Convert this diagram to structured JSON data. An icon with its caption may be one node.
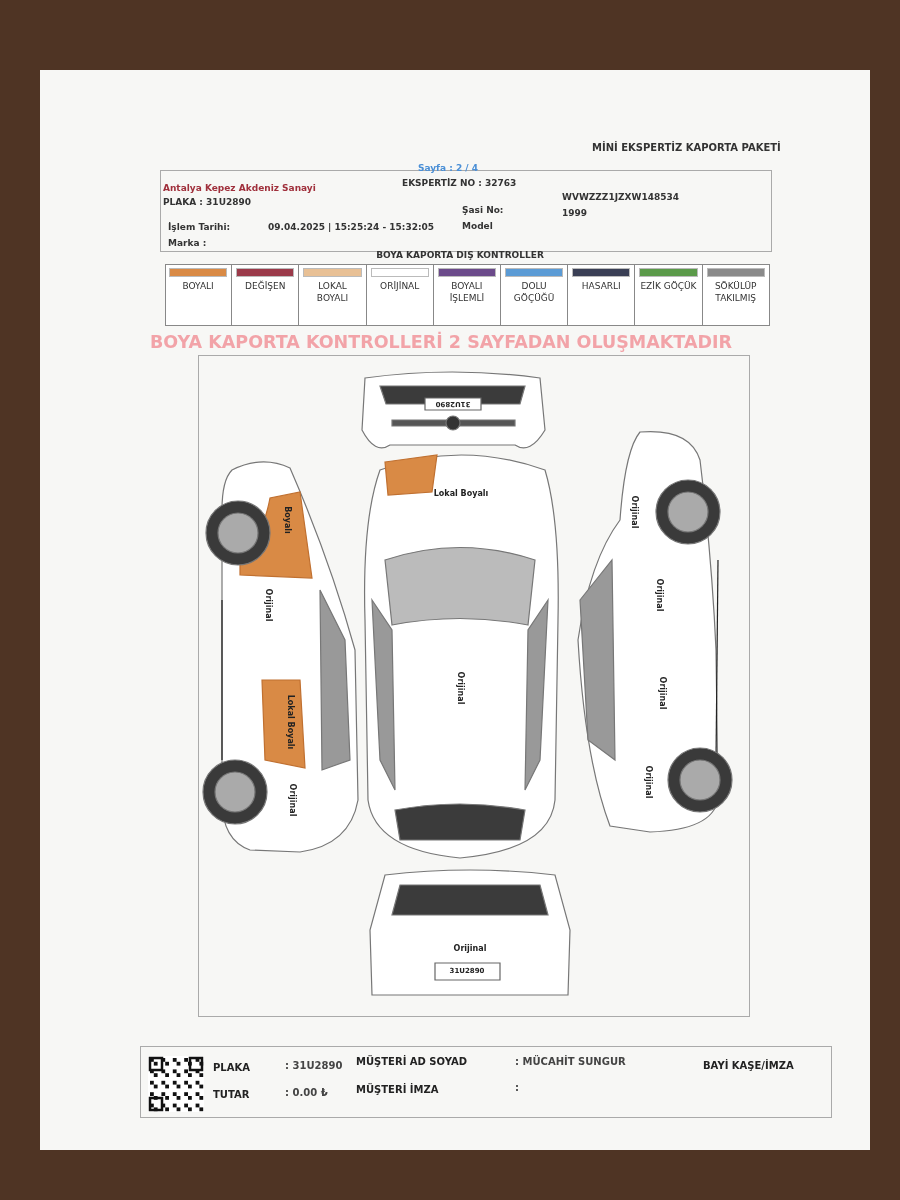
{
  "diagram": {
    "labels": [
      "Sayfa : 2 / 4",
      "MİNİ EKSPERTİZ KAPORTA PAKETİ",
      "Antalya Kepez Akdeniz Sanayi",
      "EKSPERTİZ NO : 32763",
      "PLAKA : 31U2890",
      "WVWZZZ1JZXW148534",
      "Şasi No:",
      "İşlem Tarihi:",
      "09.04.2025 | 15:25:24 - 15:32:05",
      "Model",
      "1999",
      "Marka :",
      "BOYA KAPORTA DIŞ KONTROLLER",
      "BOYA KAPORTA KONTROLLERİ 2 SAYFADAN OLUŞMAKTADIR",
      "31U2890",
      "Lokal Boyalı",
      "Boyalı",
      "Orijinal",
      "Lokal Boyalı",
      "Orijinal",
      "Orijinal",
      "Orijinal",
      "Orijinal",
      "Orijinal",
      "Orijinal",
      "Orijinal",
      "31U2890",
      "PLAKA",
      ": 31U2890",
      "MÜŞTERİ AD SOYAD",
      ": MÜCAHİT SUNGUR",
      "BAYİ KAŞE/İMZA",
      "TUTAR",
      ": 0.00 ₺",
      "MÜŞTERİ İMZA",
      ":"
    ],
    "legend": [
      {
        "text": "BOYALI",
        "color": "#d98a45"
      },
      {
        "text": "DEĞİŞEN",
        "color": "#9b3a4a"
      },
      {
        "text": "LOKAL BOYALI",
        "color": "#e8c095"
      },
      {
        "text": "ORİJİNAL",
        "color": "#ffffff"
      },
      {
        "text": "BOYALI İŞLEMLİ",
        "color": "#6b4a8a"
      },
      {
        "text": "DOLU GÖÇÜĞÜ",
        "color": "#5b9bd5"
      },
      {
        "text": "HASARLI",
        "color": "#3a3f55"
      },
      {
        "text": "EZİK GÖÇÜK",
        "color": "#5b9a4a"
      },
      {
        "text": "SÖKÜLÜP TAKILMIŞ",
        "color": "#8a8a8a"
      }
    ]
  }
}
